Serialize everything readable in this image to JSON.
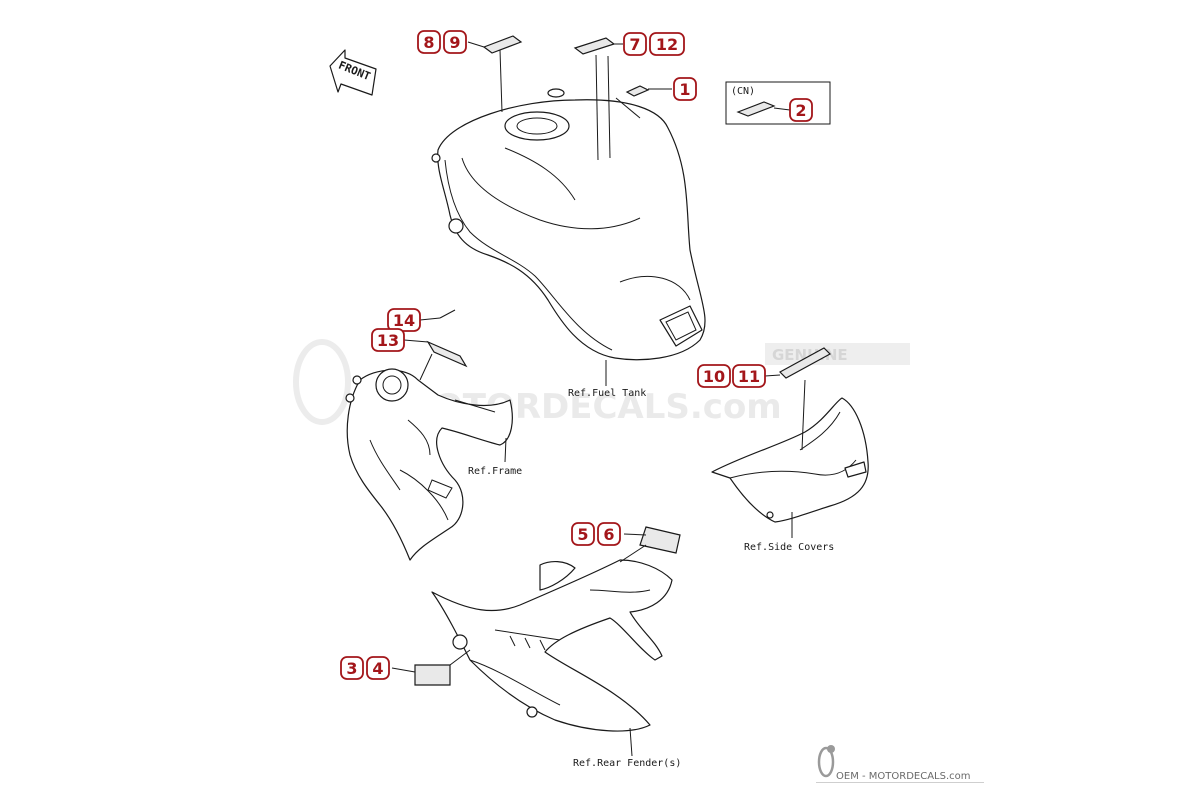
{
  "badges": {
    "b1": "1",
    "b2": "2",
    "b3": "3",
    "b4": "4",
    "b5": "5",
    "b6": "6",
    "b7": "7",
    "b8": "8",
    "b9": "9",
    "b10": "10",
    "b11": "11",
    "b12": "12",
    "b13": "13",
    "b14": "14"
  },
  "labels": {
    "front": "FRONT",
    "cn": "(CN)",
    "fuel_tank": "Ref.Fuel Tank",
    "frame": "Ref.Frame",
    "side_covers": "Ref.Side Covers",
    "rear_fender": "Ref.Rear Fender(s)"
  },
  "watermark": {
    "center": "MOTORDECALS.com",
    "tag": "GENUINE",
    "footer": "OEM - MOTORDECALS.com"
  },
  "colors": {
    "badge": "#a3161a",
    "line": "#1a1a1a",
    "watermark": "#eaeaea"
  }
}
